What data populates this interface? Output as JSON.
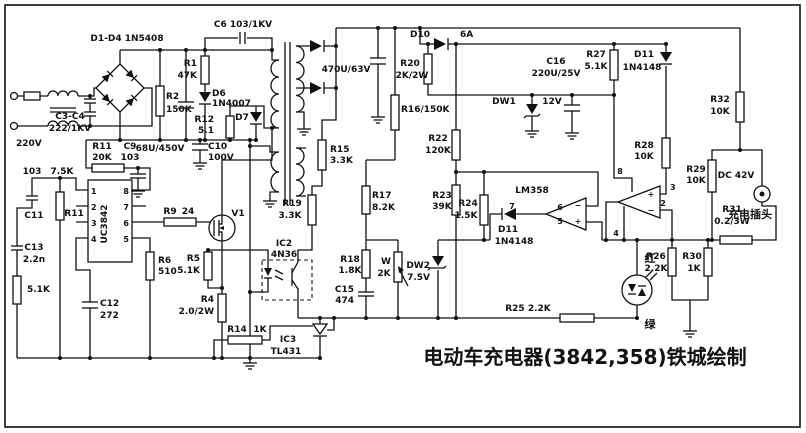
{
  "title": "电动车充电器(3842,358)铁城绘制",
  "colors": {
    "ink": "#111111",
    "background": "#ffffff"
  },
  "labels": {
    "bridge": "D1-D4 1N5408",
    "c6": "C6 103/1KV",
    "d10": "D10",
    "d10v": "6A",
    "r20": "R20",
    "r20v": "2K/2W",
    "c16": "C16",
    "c16v": "220U/25V",
    "r27": "R27",
    "r27v": "5.1K",
    "d11a": "D11",
    "d11av": "1N4148",
    "c470": "470U/63V",
    "dw1": "DW1",
    "dw1v": "12V",
    "r32": "R32",
    "r32v": "10K",
    "r1": "R1",
    "r1v": "47K",
    "d6": "D6",
    "d6v": "1N4007",
    "r2": "R2",
    "r2v": "150K",
    "c34": "C3-C4",
    "c34v": "222/1KV",
    "c68": "68U/450V",
    "r12": "R12",
    "r12v": "5.1",
    "d7": "D7",
    "ac": "220V",
    "r11a": "R11",
    "r11av": "20K",
    "c9": "C9",
    "c9v": "103",
    "c10": "C10",
    "c10v": "100V",
    "r16": "R16/150K",
    "r15": "R15",
    "r15v": "3.3K",
    "r22": "R22",
    "r22v": "120K",
    "r28": "R28",
    "r28v": "10K",
    "c11v": "103",
    "r11bv": "7.5K",
    "r29": "R29",
    "r29v": "10K",
    "dc": "DC 42V",
    "plug": "充电插头",
    "lm358": "LM358",
    "r31": "R31",
    "r31v": "0.2/3W",
    "r23": "R23",
    "r23v": "39K",
    "r24": "R24",
    "r24v": "1.5K",
    "d11b": "D11",
    "d11bv": "1N4148",
    "r17": "R17",
    "r17v": "8.2K",
    "r19": "R19",
    "r19v": "3.3K",
    "uc3842": "UC3842",
    "c11": "C11",
    "r11b": "R11",
    "v1": "V1",
    "r9": "R9",
    "r9v": "24",
    "ic2": "IC2",
    "ic2v": "4N36",
    "r18": "R18",
    "r18v": "1.8K",
    "r6": "R6",
    "r6v": "510",
    "r5": "R5",
    "r5v": "5.1K",
    "c13": "C13",
    "c13v": "2.2n",
    "w": "W",
    "wv": "2K",
    "dw2": "DW2",
    "dw2v": "7.5V",
    "c15": "C15",
    "c15v": "474",
    "r26": "R26",
    "r26v": "2.2K",
    "red": "红",
    "green": "绿",
    "r30": "R30",
    "r30v": "1K",
    "r25": "R25 2.2K",
    "r51k": "5.1K",
    "c12": "C12",
    "c12v": "272",
    "r4": "R4",
    "r4v": "2.0/2W",
    "r14": "R14",
    "r14v": "1K",
    "ic3": "IC3",
    "ic3v": "TL431"
  },
  "pins": {
    "uc": {
      "p1": "1",
      "p2": "2",
      "p3": "3",
      "p4": "4",
      "p5": "5",
      "p6": "6",
      "p7": "7",
      "p8": "8"
    },
    "lm": {
      "p2": "2",
      "p3": "3",
      "p4": "4",
      "p5": "5",
      "p6": "6",
      "p7": "7",
      "p8": "8"
    },
    "plus": "+",
    "minus": "−"
  }
}
